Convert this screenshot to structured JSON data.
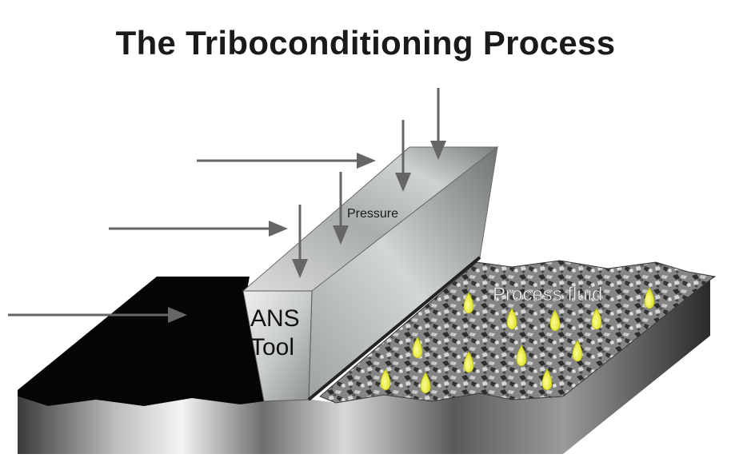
{
  "title": "The Triboconditioning Process",
  "labels": {
    "pressure": "Pressure",
    "tool_line1": "ANS",
    "tool_line2": "Tool",
    "fluid": "Process fluid"
  },
  "colors": {
    "arrow": "#666666",
    "droplet": "#eef03a",
    "black_surface": "#050505",
    "rough_surface": "#7d7d7d"
  }
}
